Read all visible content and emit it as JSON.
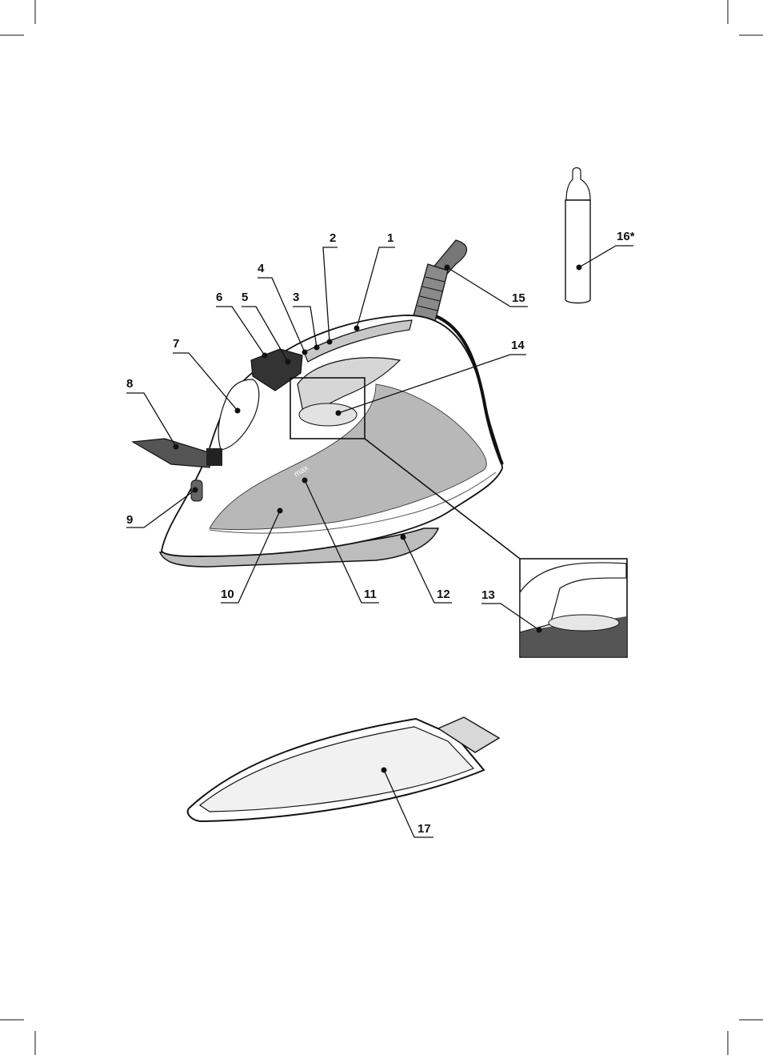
{
  "callouts": {
    "c1": "1",
    "c2": "2",
    "c3": "3",
    "c4": "4",
    "c5": "5",
    "c6": "6",
    "c7": "7",
    "c8": "8",
    "c9": "9",
    "c10": "10",
    "c11": "11",
    "c12": "12",
    "c13": "13",
    "c14": "14",
    "c15": "15",
    "c16": "16*",
    "c17": "17"
  },
  "markings": {
    "max": "max"
  },
  "colors": {
    "line": "#111111",
    "body": "#ffffff",
    "tank": "#b5b5b5",
    "shade": "#d9d9d9",
    "dark": "#333333"
  }
}
